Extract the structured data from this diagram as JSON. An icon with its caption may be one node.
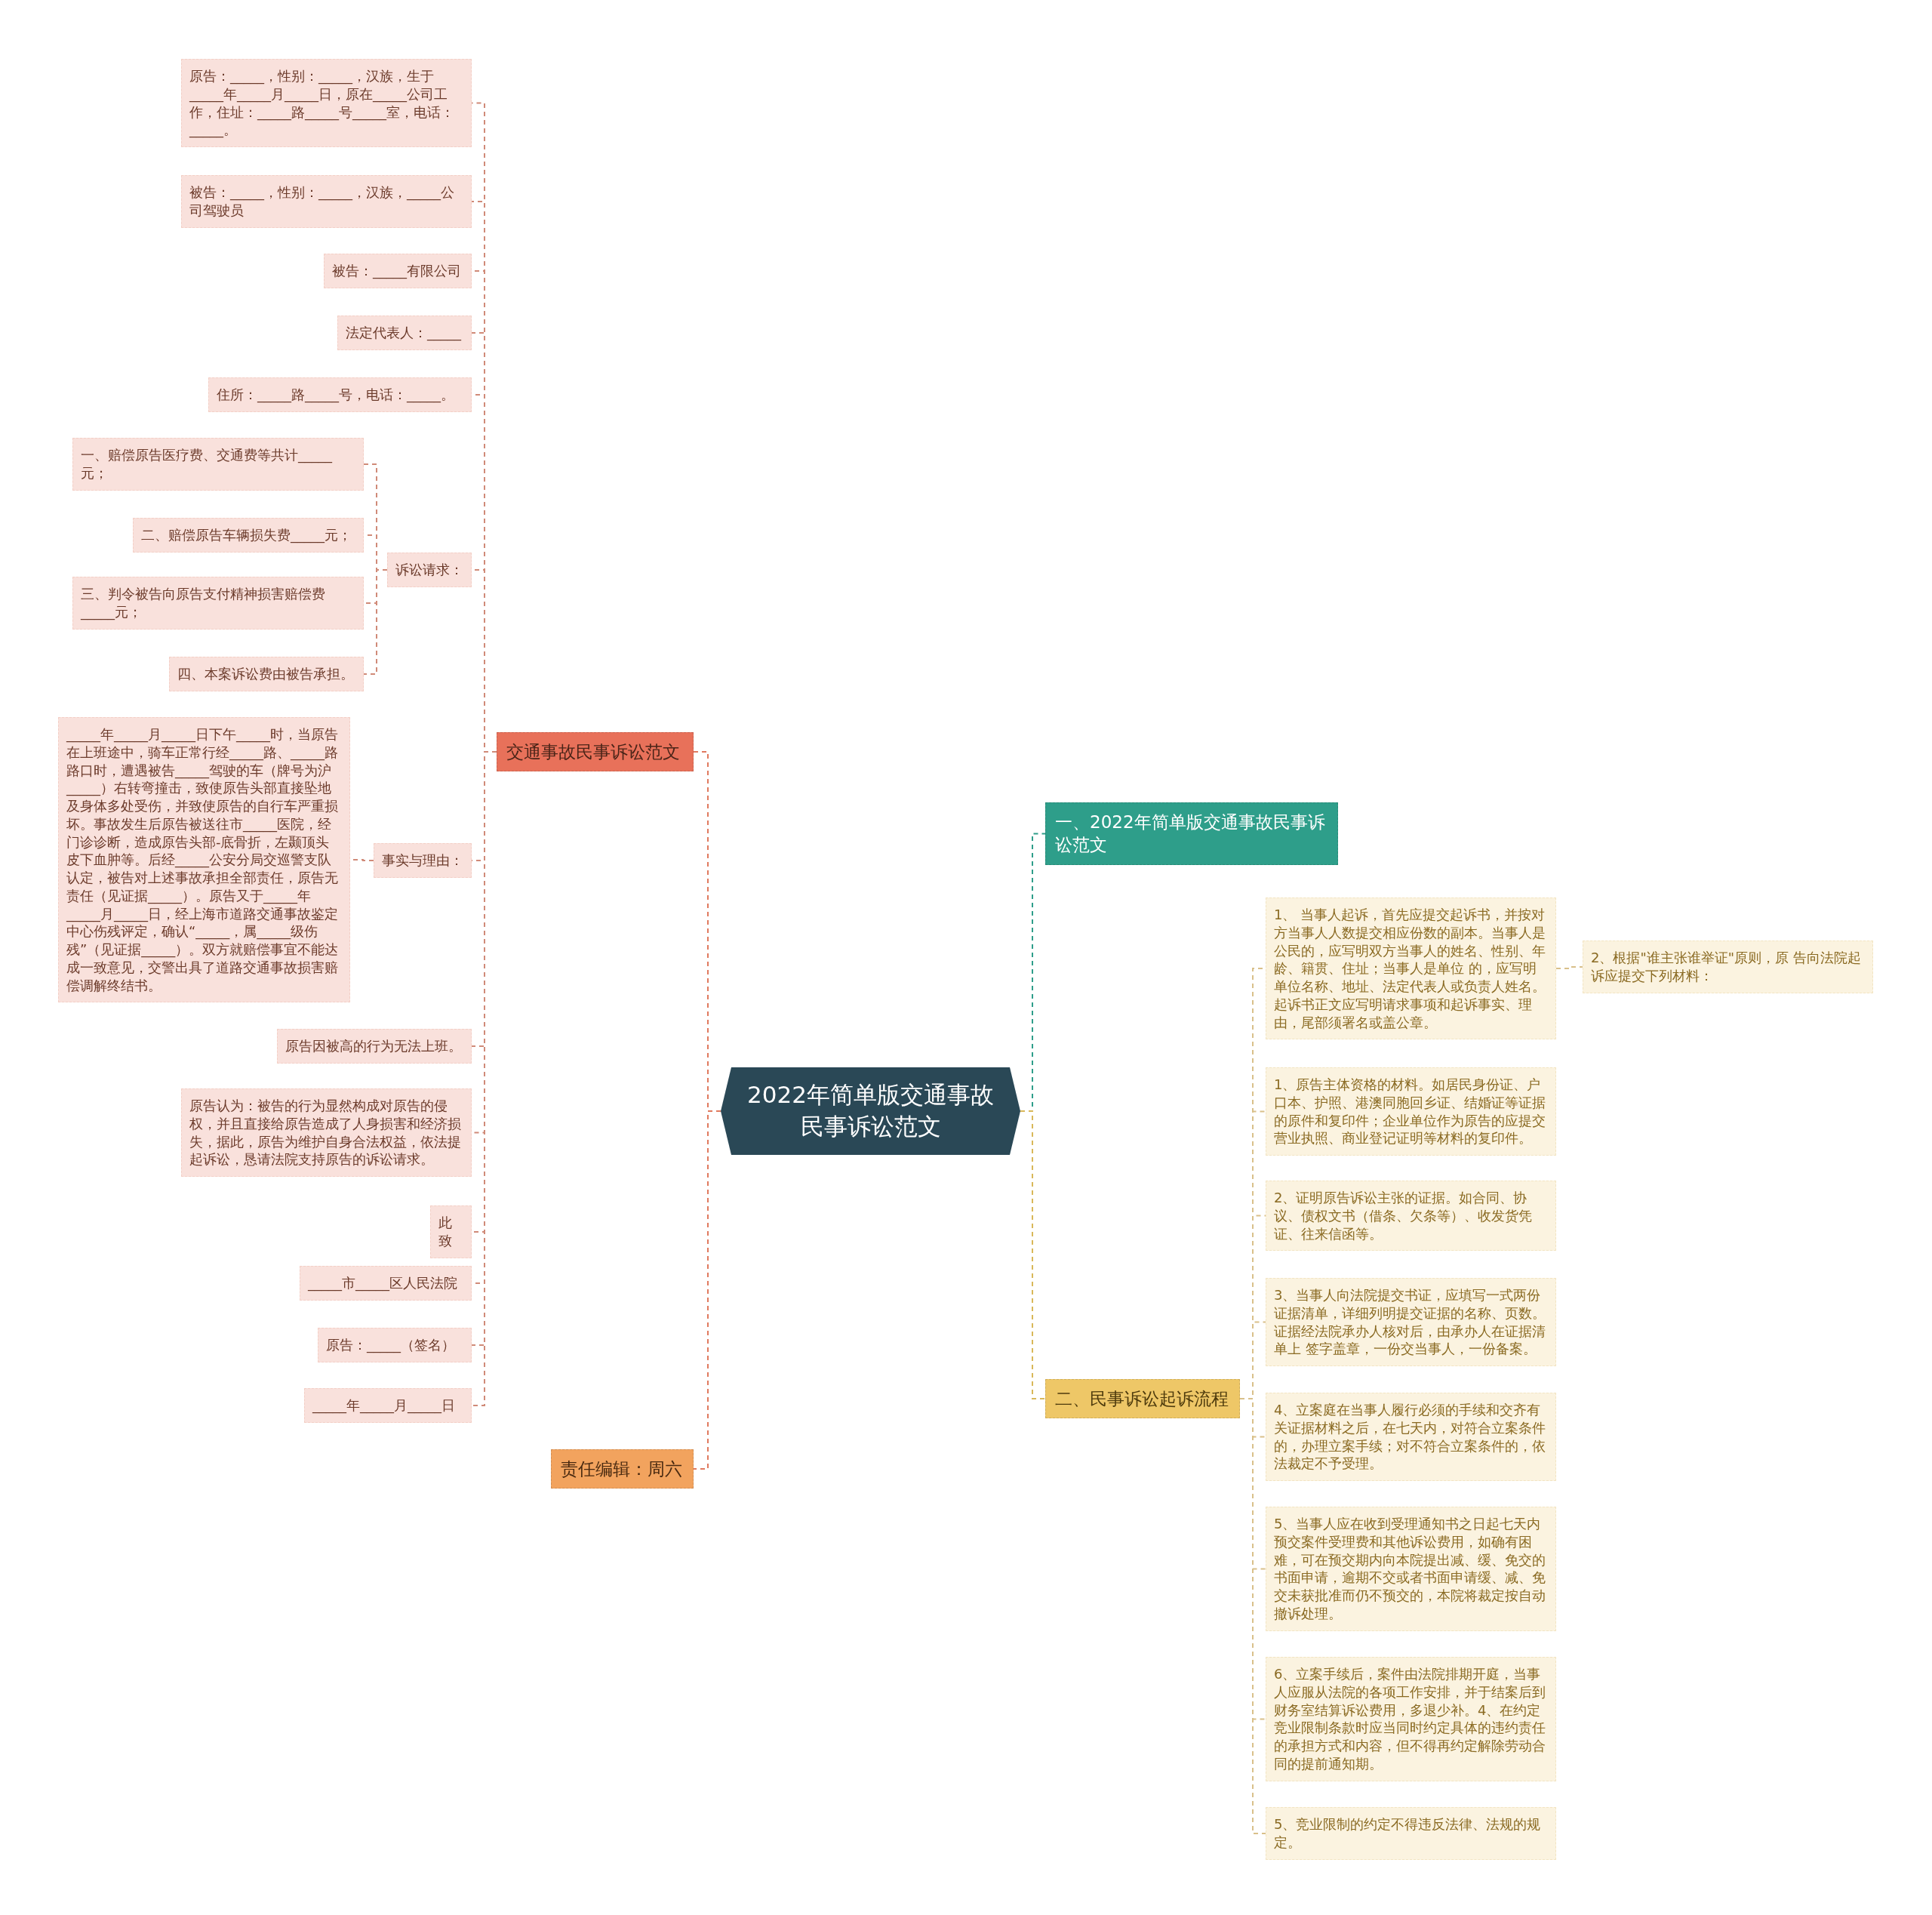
{
  "diagram": {
    "nodes": [
      {
        "text": [
          "2022年简单版交通事故民事诉讼范文"
        ]
      },
      {
        "text": [
          "交通事故民事诉讼范文"
        ]
      },
      {
        "text": [
          "原告：_____，性别：_____，汉族，生于_____年_____月_____日，原在_____公司工作，住址：_____路_____号_____室，电话：_____。"
        ]
      },
      {
        "text": [
          "被告：_____，性别：_____，汉族，_____公司驾驶员"
        ]
      },
      {
        "text": [
          "被告：_____有限公司"
        ]
      },
      {
        "text": [
          "法定代表人：_____"
        ]
      },
      {
        "text": [
          "住所：_____路_____号，电话：_____。"
        ]
      },
      {
        "text": [
          "诉讼请求："
        ]
      },
      {
        "text": [
          "一、赔偿原告医疗费、交通费等共计_____元；"
        ]
      },
      {
        "text": [
          "二、赔偿原告车辆损失费_____元；"
        ]
      },
      {
        "text": [
          "三、判令被告向原告支付精神损害赔偿费_____元；"
        ]
      },
      {
        "text": [
          "四、本案诉讼费由被告承担。"
        ]
      },
      {
        "text": [
          "事实与理由："
        ]
      },
      {
        "text": [
          "_____年_____月_____日下午_____时，当原告在上班途中，骑车正常行经_____路、_____路路口时，遭遇被告_____驾驶的车（牌号为沪_____）右转弯撞击，致使原告头部直接坠地及身体多处受伤，并致使原告的自行车严重损坏。事故发生后原告被送往市_____医院，经门诊诊断，造成原告头部-底骨折，左颞顶头皮下血肿等。后经_____公安分局交巡警支队认定，被告对上述事故承担全部责任，原告无责任（见证据_____）。原告又于_____年_____月_____日，经上海市道路交通事故鉴定中心伤残评定，确认“_____，属_____级伤残”（见证据_____）。双方就赔偿事宜不能达成一致意见，交警出具了道路交通事故损害赔偿调解终结书。"
        ]
      },
      {
        "text": [
          "原告因被高的行为无法上班。"
        ]
      },
      {
        "text": [
          "原告认为：被告的行为显然构成对原告的侵权，并且直接给原告造成了人身损害和经济损失，据此，原告为维护自身合法权益，依法提起诉讼，恳请法院支持原告的诉讼请求。"
        ]
      },
      {
        "text": [
          "此致"
        ]
      },
      {
        "text": [
          "_____市_____区人民法院"
        ]
      },
      {
        "text": [
          "原告：_____（签名）"
        ]
      },
      {
        "text": [
          "_____年_____月_____日"
        ]
      },
      {
        "text": [
          "责任编辑：周六"
        ]
      },
      {
        "text": [
          "一、2022年简单版交通事故民事诉讼范文"
        ]
      },
      {
        "text": [
          "二、民事诉讼起诉流程"
        ]
      },
      {
        "text": [
          "1、 当事人起诉，首先应提交起诉书，并按对方当事人人数提交相应份数的副本。当事人是公民的，应写明双方当事人的姓名、性别、年龄、籍贯、住址；当事人是单位 的，应写明单位名称、地址、法定代表人或负责人姓名。起诉书正文应写明请求事项和起诉事实、理由，尾部须署名或盖公章。"
        ]
      },
      {
        "text": [
          "2、根据\"谁主张谁举证\"原则，原 告向法院起诉应提交下列材料："
        ]
      },
      {
        "text": [
          "1、原告主体资格的材料。如居民身份证、户口本、护照、港澳同胞回乡证、结婚证等证据的原件和复印件；企业单位作为原告的应提交营业执照、商业登记证明等材料的复印件。"
        ]
      },
      {
        "text": [
          "2、证明原告诉讼主张的证据。如合同、协议、债权文书（借条、欠条等）、收发货凭证、往来信函等。"
        ]
      },
      {
        "text": [
          "3、当事人向法院提交书证，应填写一式两份证据清单，详细列明提交证据的名称、页数。证据经法院承办人核对后，由承办人在证据清单上 签字盖章，一份交当事人，一份备案。"
        ]
      },
      {
        "text": [
          "4、立案庭在当事人履行必须的手续和交齐有关证据材料之后，在七天内，对符合立案条件的，办理立案手续；对不符合立案条件的，依法裁定不予受理。"
        ]
      },
      {
        "text": [
          "5、当事人应在收到受理通知书之日起七天内预交案件受理费和其他诉讼费用，如确有困难，可在预交期内向本院提出减、缓、免交的书面申请，逾期不交或者书面申请缓、减、免交未获批准而仍不预交的，本院将裁定按自动撤诉处理。"
        ]
      },
      {
        "text": [
          "6、立案手续后，案件由法院排期开庭，当事人应服从法院的各项工作安排，并于结案后到财务室结算诉讼费用，多退少补。4、在约定竞业限制条款时应当同时约定具体的违约责任的承担方式和内容，但不得再约定解除劳动合同的提前通知期。"
        ]
      },
      {
        "text": [
          "5、竞业限制的约定不得违反法律、法规的规定。"
        ]
      }
    ],
    "edges": [
      {
        "from": 0,
        "to": 1,
        "arrow": "none",
        "color": "#e07a5f"
      },
      {
        "from": 0,
        "to": 20,
        "arrow": "none",
        "color": "#e07a5f"
      },
      {
        "from": 0,
        "to": 21,
        "arrow": "none",
        "color": "#2e9e8a"
      },
      {
        "from": 0,
        "to": 22,
        "arrow": "none",
        "color": "#d9b859"
      },
      {
        "from": 1,
        "to": 2,
        "arrow": "none",
        "color": "#d08a78"
      },
      {
        "from": 1,
        "to": 3,
        "arrow": "none",
        "color": "#d08a78"
      },
      {
        "from": 1,
        "to": 4,
        "arrow": "none",
        "color": "#d08a78"
      },
      {
        "from": 1,
        "to": 5,
        "arrow": "none",
        "color": "#d08a78"
      },
      {
        "from": 1,
        "to": 6,
        "arrow": "none",
        "color": "#d08a78"
      },
      {
        "from": 1,
        "to": 7,
        "arrow": "none",
        "color": "#d08a78"
      },
      {
        "from": 7,
        "to": 8,
        "arrow": "none",
        "color": "#d08a78"
      },
      {
        "from": 7,
        "to": 9,
        "arrow": "none",
        "color": "#d08a78"
      },
      {
        "from": 7,
        "to": 10,
        "arrow": "none",
        "color": "#d08a78"
      },
      {
        "from": 7,
        "to": 11,
        "arrow": "none",
        "color": "#d08a78"
      },
      {
        "from": 1,
        "to": 12,
        "arrow": "none",
        "color": "#d08a78"
      },
      {
        "from": 12,
        "to": 13,
        "arrow": "none",
        "color": "#d08a78"
      },
      {
        "from": 1,
        "to": 14,
        "arrow": "none",
        "color": "#d08a78"
      },
      {
        "from": 1,
        "to": 15,
        "arrow": "none",
        "color": "#d08a78"
      },
      {
        "from": 1,
        "to": 16,
        "arrow": "none",
        "color": "#d08a78"
      },
      {
        "from": 1,
        "to": 17,
        "arrow": "none",
        "color": "#d08a78"
      },
      {
        "from": 1,
        "to": 18,
        "arrow": "none",
        "color": "#d08a78"
      },
      {
        "from": 1,
        "to": 19,
        "arrow": "none",
        "color": "#d08a78"
      },
      {
        "from": 22,
        "to": 23,
        "arrow": "none",
        "color": "#d9c08a"
      },
      {
        "from": 23,
        "to": 24,
        "arrow": "none",
        "color": "#d9c08a"
      },
      {
        "from": 22,
        "to": 25,
        "arrow": "none",
        "color": "#d9c08a"
      },
      {
        "from": 22,
        "to": 26,
        "arrow": "none",
        "color": "#d9c08a"
      },
      {
        "from": 22,
        "to": 27,
        "arrow": "none",
        "color": "#d9c08a"
      },
      {
        "from": 22,
        "to": 28,
        "arrow": "none",
        "color": "#d9c08a"
      },
      {
        "from": 22,
        "to": 29,
        "arrow": "none",
        "color": "#d9c08a"
      },
      {
        "from": 22,
        "to": 30,
        "arrow": "none",
        "color": "#d9c08a"
      },
      {
        "from": 22,
        "to": 31,
        "arrow": "none",
        "color": "#d9c08a"
      }
    ]
  }
}
